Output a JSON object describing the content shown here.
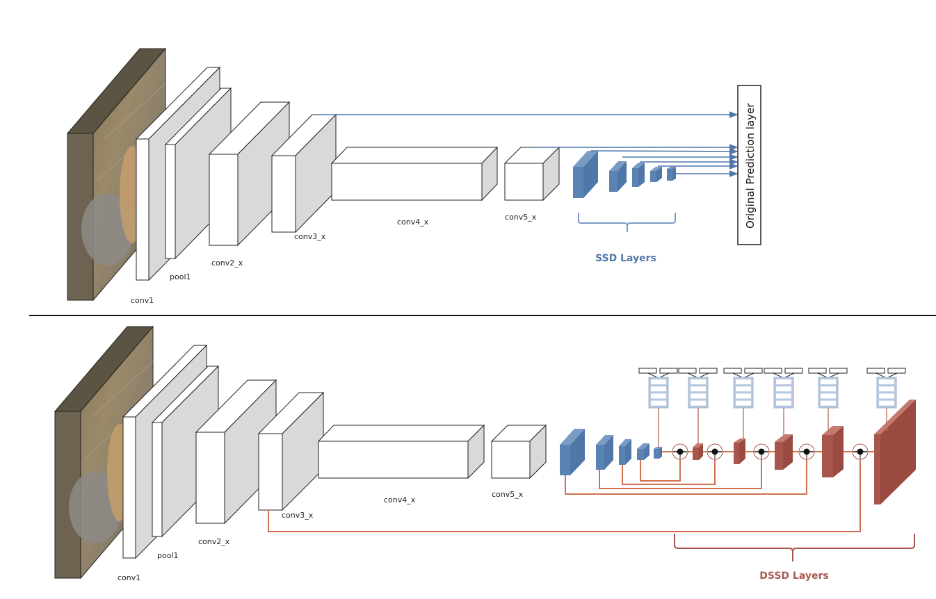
{
  "colors": {
    "ssd_blue": "#4f77a8",
    "ssd_blue_light": "#7a9bc6",
    "dssd_red": "#a8554b",
    "dssd_line": "#d0704f",
    "pred_module": "#b8c8de",
    "box_face": "#ffffff",
    "box_side": "#d9d9d9",
    "separator": "#111111"
  },
  "top_diagram": {
    "name": "SSD",
    "input_image": "cat-and-dog-photo",
    "backbone_layers": [
      "conv1",
      "pool1",
      "conv2_x",
      "conv3_x",
      "conv4_x",
      "conv5_x"
    ],
    "extra_layers_count": 5,
    "extra_layers_label": "SSD Layers",
    "prediction_label": "Original Prediction layer",
    "prediction_inputs": [
      "conv3_x",
      "conv5_x",
      "ssd1",
      "ssd2",
      "ssd3",
      "ssd4",
      "ssd5"
    ]
  },
  "bottom_diagram": {
    "name": "DSSD",
    "input_image": "cat-and-dog-photo",
    "backbone_layers": [
      "conv1",
      "pool1",
      "conv2_x",
      "conv3_x",
      "conv4_x",
      "conv5_x"
    ],
    "ssd_layers_count": 5,
    "deconv_layers_count": 5,
    "prediction_modules_count": 6,
    "deconv_modules_count": 5,
    "extra_layers_label": "DSSD Layers"
  }
}
